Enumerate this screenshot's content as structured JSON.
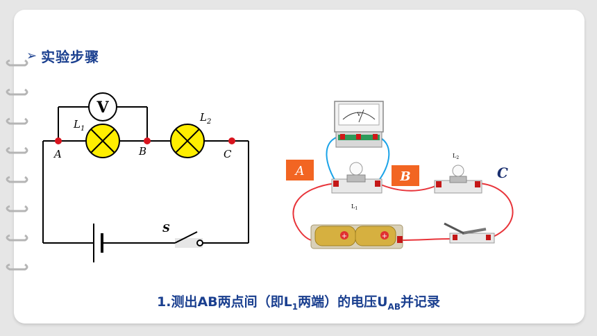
{
  "section_heading": "实验步骤",
  "circuit": {
    "voltmeter_symbol": "V",
    "lamp1_label": "L",
    "lamp1_sub": "1",
    "lamp2_label": "L",
    "lamp2_sub": "2",
    "point_a": "A",
    "point_b": "B",
    "point_c": "C",
    "switch_label": "S"
  },
  "photo": {
    "tag_a": "A",
    "tag_b": "B",
    "tag_c": "C",
    "l1_label": "L",
    "l1_sub": "1",
    "l2_label": "L",
    "l2_sub": "2",
    "meter_symbol": "V"
  },
  "caption": {
    "part1": "1.测出AB两点间（即L",
    "sub1": "1",
    "part2": "两端）的电压U",
    "sub2": "AB",
    "part3": "并记录"
  },
  "colors": {
    "heading": "#1a3f8f",
    "tag_orange": "#f26522",
    "wire_red": "#e8343a",
    "wire_blue": "#1aa3e8",
    "lamp_yellow": "#ffee00",
    "node_red": "#d8141e"
  }
}
